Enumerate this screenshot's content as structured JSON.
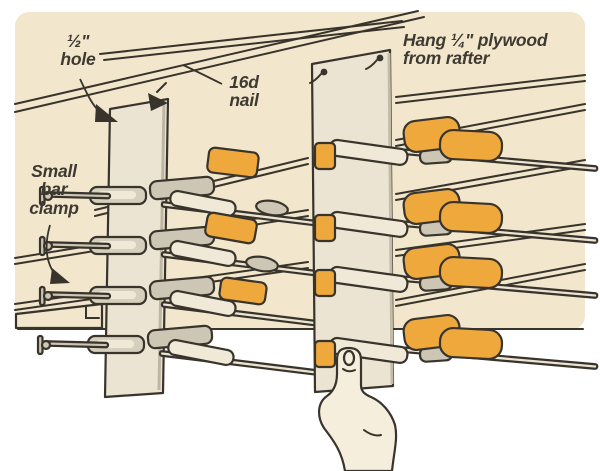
{
  "figure": {
    "type": "woodworking-tip-illustration",
    "subject": "Hanging small bar clamps from plywood strips nailed to rafters",
    "labels": {
      "hole": {
        "line1": "½\"",
        "line2": "hole"
      },
      "nail": {
        "line1": "16d",
        "line2": "nail"
      },
      "hang": {
        "line1": "Hang ¼\" plywood",
        "line2": "from rafter"
      },
      "clamp": {
        "line1": "Small",
        "line2": "bar",
        "line3": "clamp"
      }
    },
    "colors": {
      "background": "#ffffff",
      "panel": "#f2e7cd",
      "outline": "#38342c",
      "plywood": "#ece4d3",
      "metal": "#cdc6b4",
      "cream": "#f0e9d8",
      "handle_orange": "#efa83c",
      "bar": "#ece4d2",
      "hand": "#f6eedd",
      "text": "#3e3a32"
    }
  }
}
